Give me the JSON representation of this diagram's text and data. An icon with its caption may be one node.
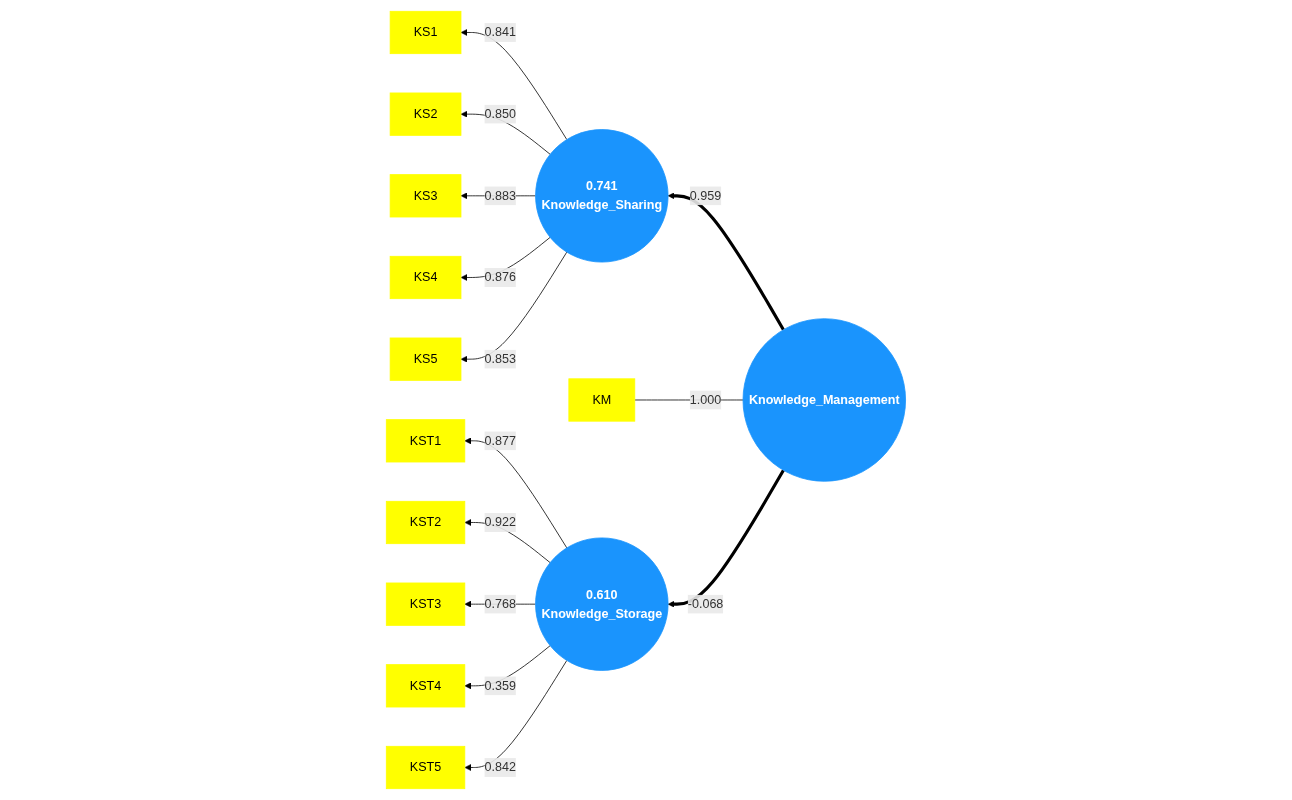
{
  "diagram": {
    "nodes": [
      {
        "text": [
          "KS1"
        ]
      },
      {
        "text": [
          "KS2"
        ]
      },
      {
        "text": [
          "KS3"
        ]
      },
      {
        "text": [
          "KS4"
        ]
      },
      {
        "text": [
          "KS5"
        ]
      },
      {
        "text": [
          "0.741",
          "Knowledge_Sharing"
        ]
      },
      {
        "text": [
          "Knowledge_Management"
        ]
      },
      {
        "text": [
          "KM"
        ]
      },
      {
        "text": [
          "KST1"
        ]
      },
      {
        "text": [
          "KST2"
        ]
      },
      {
        "text": [
          "KST3"
        ]
      },
      {
        "text": [
          "KST4"
        ]
      },
      {
        "text": [
          "KST5"
        ]
      },
      {
        "text": [
          "0.610",
          "Knowledge_Storage"
        ]
      }
    ],
    "edges": [
      {
        "from": 5,
        "to": 0,
        "arrow": "to",
        "label": "0.841"
      },
      {
        "from": 5,
        "to": 1,
        "arrow": "to",
        "label": "0.850"
      },
      {
        "from": 5,
        "to": 2,
        "arrow": "to",
        "label": "0.883"
      },
      {
        "from": 5,
        "to": 3,
        "arrow": "to",
        "label": "0.876"
      },
      {
        "from": 5,
        "to": 4,
        "arrow": "to",
        "label": "0.853"
      },
      {
        "from": 6,
        "to": 5,
        "arrow": "to",
        "label": "0.959",
        "style": "thick"
      },
      {
        "from": 6,
        "to": 13,
        "arrow": "to",
        "label": "-0.068",
        "style": "thick"
      },
      {
        "from": 6,
        "to": 7,
        "arrow": "none",
        "label": "1.000"
      },
      {
        "from": 13,
        "to": 8,
        "arrow": "to",
        "label": "0.877"
      },
      {
        "from": 13,
        "to": 9,
        "arrow": "to",
        "label": "0.922"
      },
      {
        "from": 13,
        "to": 10,
        "arrow": "to",
        "label": "0.768"
      },
      {
        "from": 13,
        "to": 11,
        "arrow": "to",
        "label": "0.359"
      },
      {
        "from": 13,
        "to": 12,
        "arrow": "to",
        "label": "0.842"
      }
    ]
  }
}
